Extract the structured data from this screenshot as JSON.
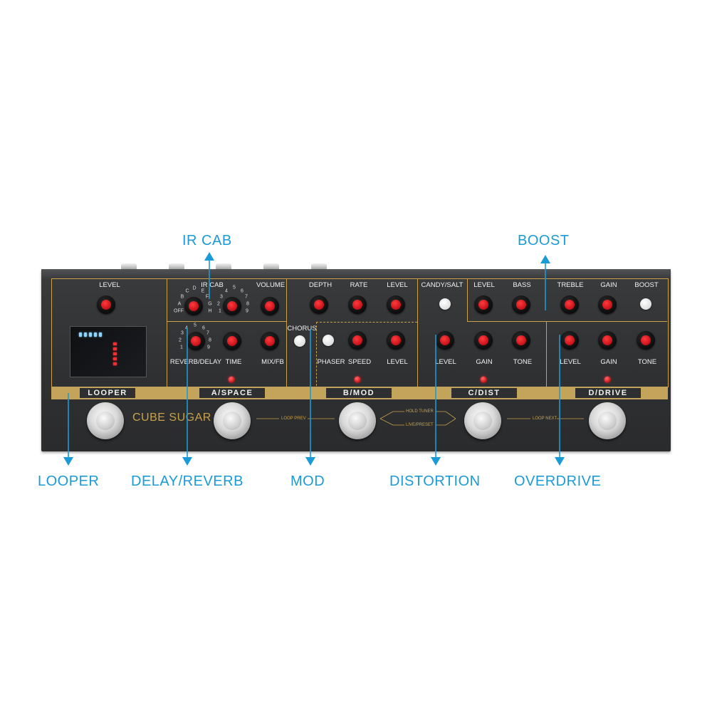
{
  "callouts": {
    "ircab": "IR CAB",
    "boost": "BOOST",
    "looper": "LOOPER",
    "delay_reverb": "DELAY/REVERB",
    "mod": "MOD",
    "distortion": "DISTORTION",
    "overdrive": "OVERDRIVE"
  },
  "brand": "CUBE SUGAR",
  "sections": {
    "looper": {
      "title": "LOOPER",
      "level": "LEVEL"
    },
    "space": {
      "title": "A/SPACE",
      "ir_cab": "IR CAB",
      "volume": "VOLUME",
      "reverb_delay": "REVERB/DELAY",
      "time": "TIME",
      "mix_fb": "MIX/FB"
    },
    "mod": {
      "title": "B/MOD",
      "depth": "DEPTH",
      "rate": "RATE",
      "level_top": "LEVEL",
      "chorus": "CHORUS",
      "phaser": "PHASER",
      "speed": "SPEED",
      "level_bottom": "LEVEL"
    },
    "dist": {
      "title": "C/DIST",
      "candy_salt": "CANDY/SALT",
      "level": "LEVEL",
      "gain": "GAIN",
      "tone": "TONE"
    },
    "boost": {
      "level": "LEVEL",
      "bass": "BASS",
      "treble": "TREBLE",
      "gain": "GAIN",
      "boost": "BOOST"
    },
    "drive": {
      "title": "D/DRIVE",
      "level": "LEVEL",
      "gain": "GAIN",
      "tone": "TONE"
    }
  },
  "flow_labels": {
    "loop_prev": "LOOP PREV",
    "hold_tuner": "HOLD TUNER",
    "live_preset": "LIVE/PRESET",
    "loop_next": "LOOP NEXT"
  },
  "ir_scale_letters": [
    "OFF",
    "A",
    "B",
    "C",
    "D",
    "E",
    "F",
    "G",
    "H"
  ],
  "ir_scale_numbers": [
    "1",
    "2",
    "3",
    "4",
    "5",
    "6",
    "7",
    "8",
    "9"
  ],
  "reverb_scale": [
    "1",
    "2",
    "3",
    "4",
    "5",
    "6",
    "7",
    "8",
    "9"
  ],
  "colors": {
    "callout": "#1a9ad6",
    "gold": "#c9a24a",
    "knob_red": "#c5101a",
    "body": "#2f3032"
  }
}
